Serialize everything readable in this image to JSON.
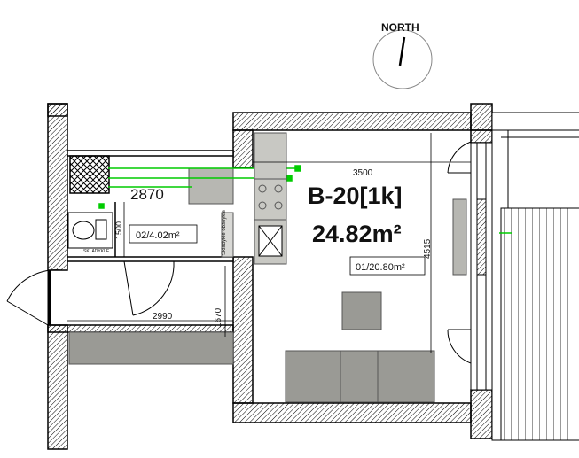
{
  "compass": {
    "label": "NORTH"
  },
  "unit": {
    "code": "B-20[1k]",
    "total_area": "24.82m²"
  },
  "rooms": [
    {
      "label": "02/4.02m²"
    },
    {
      "label": "01/20.80m²"
    }
  ],
  "dimensions": {
    "d2870": "2870",
    "d1500": "1500",
    "d3500": "3500",
    "d4515": "4515",
    "d2990": "2990",
    "d1670": "1670"
  },
  "cabinet_labels": {
    "shower_cabinet": "Skladykle\nobsoykle",
    "small_text": "SKLADYKLE"
  },
  "colors": {
    "wall_hatch": "#000000",
    "furniture": "#9a9a95",
    "cabinet_light": "#bdbdb8",
    "pipe_green": "#00cc00",
    "kitchen_top": "#c8c8c3"
  }
}
